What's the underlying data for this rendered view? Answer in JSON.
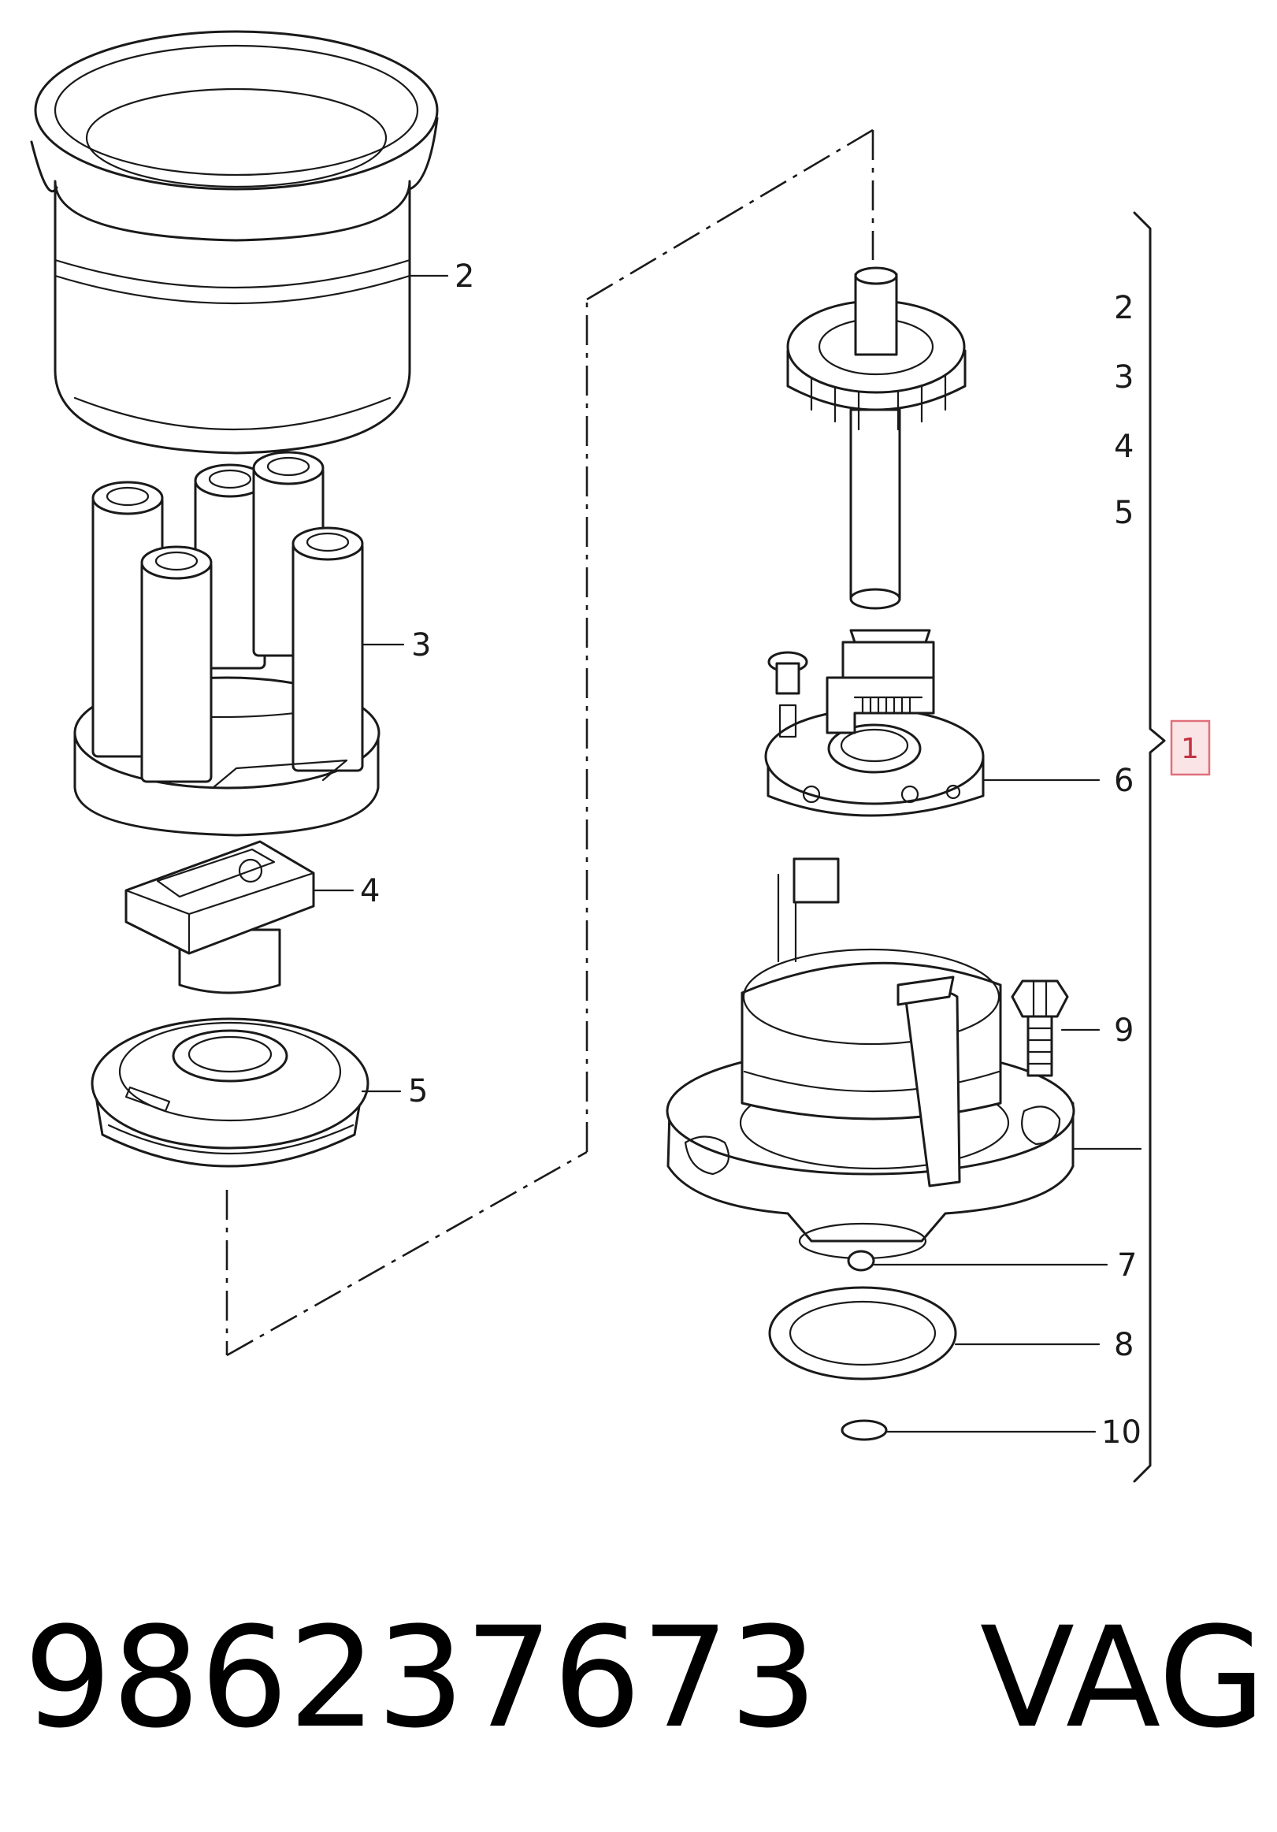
{
  "callouts": {
    "cover": "2",
    "cap": "3",
    "rotor": "4",
    "shield": "5",
    "sensor": "6",
    "shaft_pin": "7",
    "oring": "8",
    "bolt": "9",
    "small_seal": "10"
  },
  "group_list": [
    "2",
    "3",
    "4",
    "5"
  ],
  "assembly_label": "1",
  "caption": {
    "part_number": "986237673",
    "brand": "VAG"
  },
  "colors": {
    "line": "#1a1a1a",
    "highlight_fill": "#fbe4e6",
    "highlight_stroke": "#e0707a",
    "highlight_text": "#c2323f"
  }
}
